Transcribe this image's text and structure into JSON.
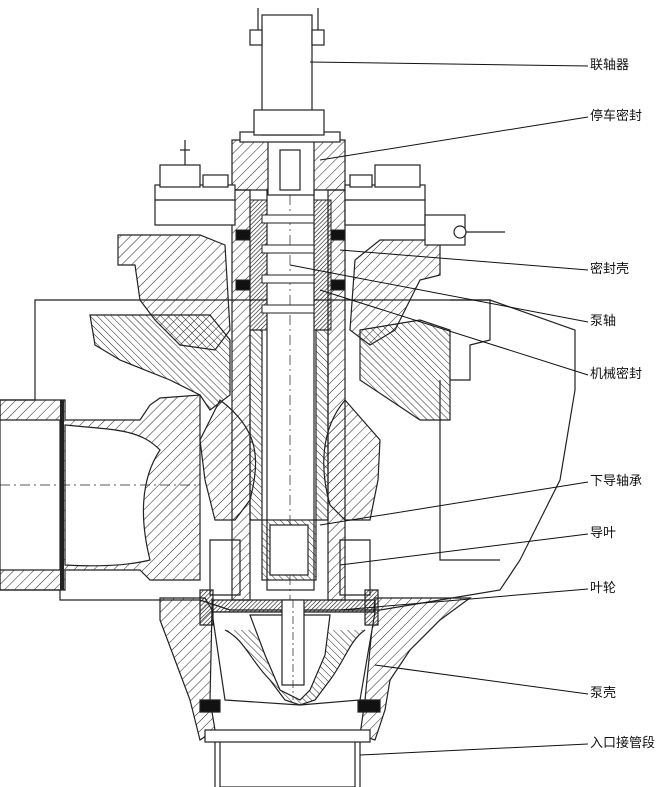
{
  "labels": {
    "coupling": "联轴器",
    "parking_seal": "停车密封",
    "seal_housing": "密封壳",
    "pump_shaft": "泵轴",
    "mechanical_seal": "机械密封",
    "lower_guide_bearing": "下导轴承",
    "guide_vane": "导叶",
    "impeller": "叶轮",
    "pump_casing": "泵壳",
    "inlet_pipe_section": "入口接管段"
  }
}
